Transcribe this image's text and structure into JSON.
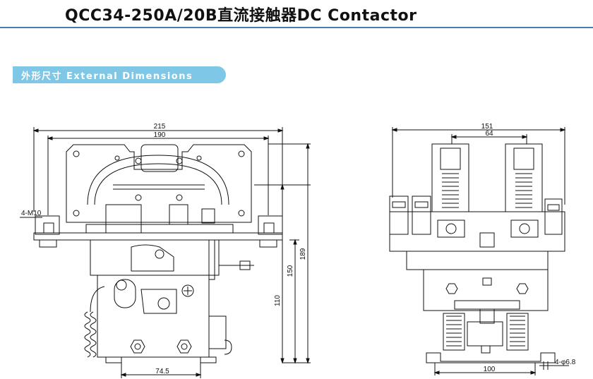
{
  "header": {
    "title": "QCC34-250A/20B直流接触器DC Contactor"
  },
  "section": {
    "label": "外形尺寸 External Dimensions"
  },
  "front_view": {
    "width_overall": "215",
    "width_mounting": "190",
    "thread": "4-M10",
    "height_total": "189",
    "height_mid": "150",
    "height_low": "110",
    "base_width": "74.5"
  },
  "side_view": {
    "width_overall": "151",
    "terminal_spacing": "64",
    "base_width": "100",
    "hole": "4-φ6.8"
  }
}
